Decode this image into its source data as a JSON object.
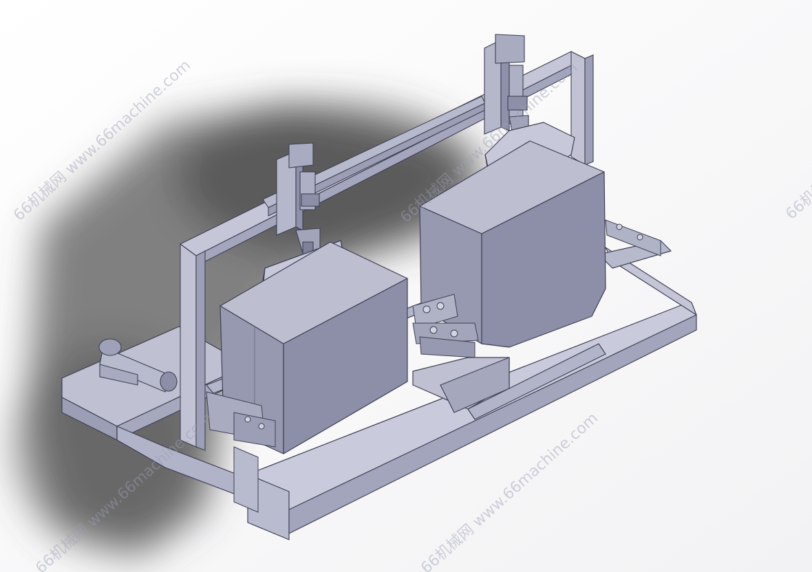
{
  "scene": {
    "subject": "CAD render of a two-station box handling machine on a steel frame with overhead gantry grippers",
    "colors": {
      "steel_light": "#c8cadb",
      "steel_mid": "#a9abc2",
      "steel_dark": "#7f8199",
      "box_front": "#8d8fa8",
      "box_side": "#9fa1b8",
      "box_top": "#b6b8cc",
      "shadow": "#6e6e6e"
    }
  },
  "watermarks": [
    {
      "text": "66机械网 www.66machine.com"
    },
    {
      "text": "66机械网 www.66machine.com"
    },
    {
      "text": "66机械网 www.66machine.com"
    },
    {
      "text": "66机械网 www.66machine.com"
    },
    {
      "text": "66机械网 www.66machine.com"
    }
  ]
}
